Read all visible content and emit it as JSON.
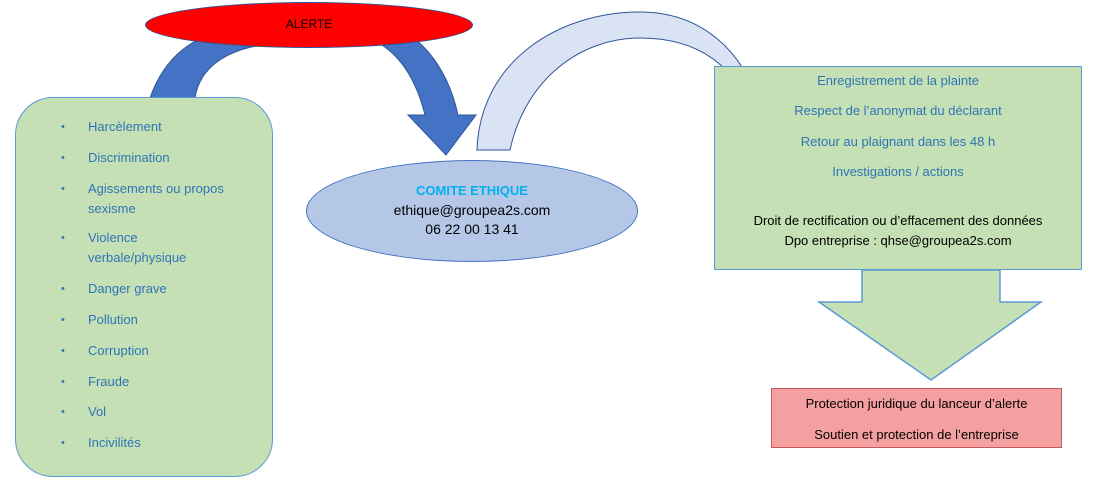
{
  "alert": {
    "label": "ALERTE"
  },
  "left_list": {
    "items": [
      "Harcèlement",
      "Discrimination",
      "Agissements ou propos sexisme",
      "Violence verbale/physique",
      "Danger grave",
      "Pollution",
      "Corruption",
      "Fraude",
      "Vol",
      "Incivilités"
    ]
  },
  "comite": {
    "title": "COMITE ETHIQUE",
    "email": "ethique@groupea2s.com",
    "phone": "06 22 00 13 41"
  },
  "process": {
    "steps": [
      "Enregistrement de la plainte",
      "Respect de l’anonymat du déclarant",
      "Retour au plaignant dans les 48 h",
      "Investigations / actions"
    ],
    "rights_line": "Droit de rectification ou d’effacement des données",
    "dpo_line": "Dpo entreprise : qhse@groupea2s.com"
  },
  "protection": {
    "line1": "Protection juridique du lanceur d’alerte",
    "line2": "Soutien et protection de l’entreprise"
  },
  "colors": {
    "green_fill": "#c5e0b4",
    "blue_text": "#2e75b6",
    "alert_red": "#ff0000",
    "arrow_blue": "#4472c4",
    "comite_fill": "#b4c7e7",
    "comite_title": "#00b0f0",
    "protection_fill": "#f4a0a0"
  }
}
